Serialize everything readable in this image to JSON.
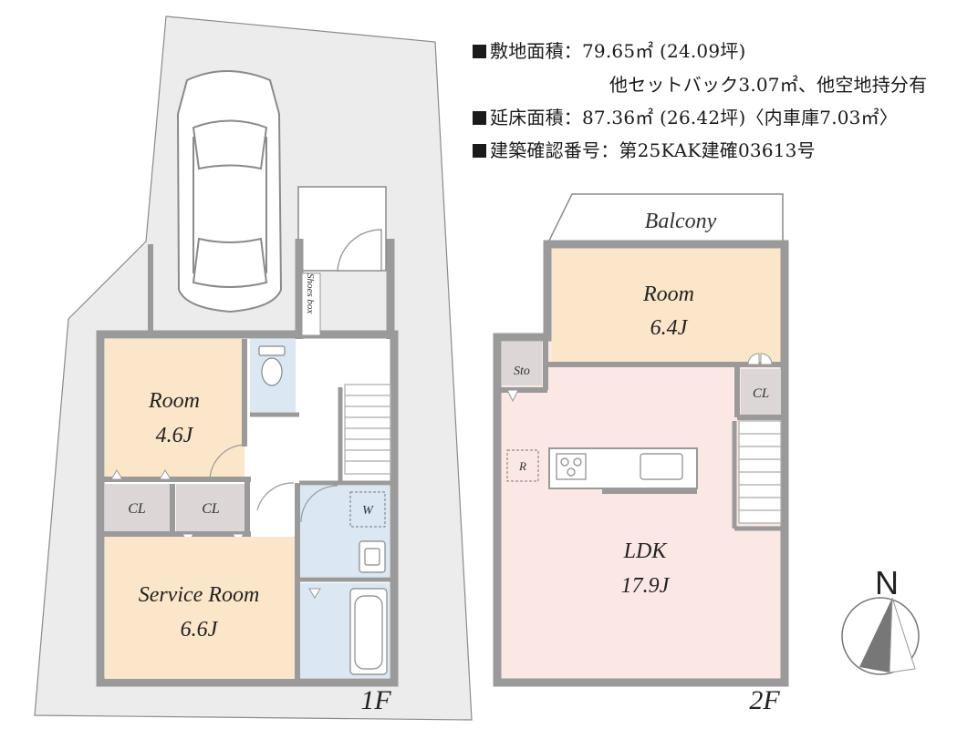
{
  "info": {
    "site_area": "敷地面積：79.65㎡ (24.09坪)",
    "site_area_note": "他セットバック3.07㎡、他空地持分有",
    "floor_area": "延床面積：87.36㎡ (26.42坪)〈内車庫7.03㎡〉",
    "permit_number": "建築確認番号：第25KAK建確03613号"
  },
  "floor1": {
    "label": "1F",
    "room_label": "Room",
    "room_size": "4.6J",
    "service_room_label": "Service Room",
    "service_room_size": "6.6J",
    "closet1": "CL",
    "closet2": "CL",
    "shoes_box": "Shoes box",
    "washer": "W"
  },
  "floor2": {
    "label": "2F",
    "balcony": "Balcony",
    "room_label": "Room",
    "room_size": "6.4J",
    "ldk_label": "LDK",
    "ldk_size": "17.9J",
    "storage": "Sto",
    "closet": "CL",
    "fridge": "R"
  },
  "compass": {
    "north": "N"
  },
  "colors": {
    "wall": "#9a9a9a",
    "room_beige": "#fbe6c9",
    "ldk_pink": "#fbe8e4",
    "wet_blue": "#dbe7f3",
    "closet_gray": "#ddd6d6",
    "site_bg": "#ececec"
  }
}
